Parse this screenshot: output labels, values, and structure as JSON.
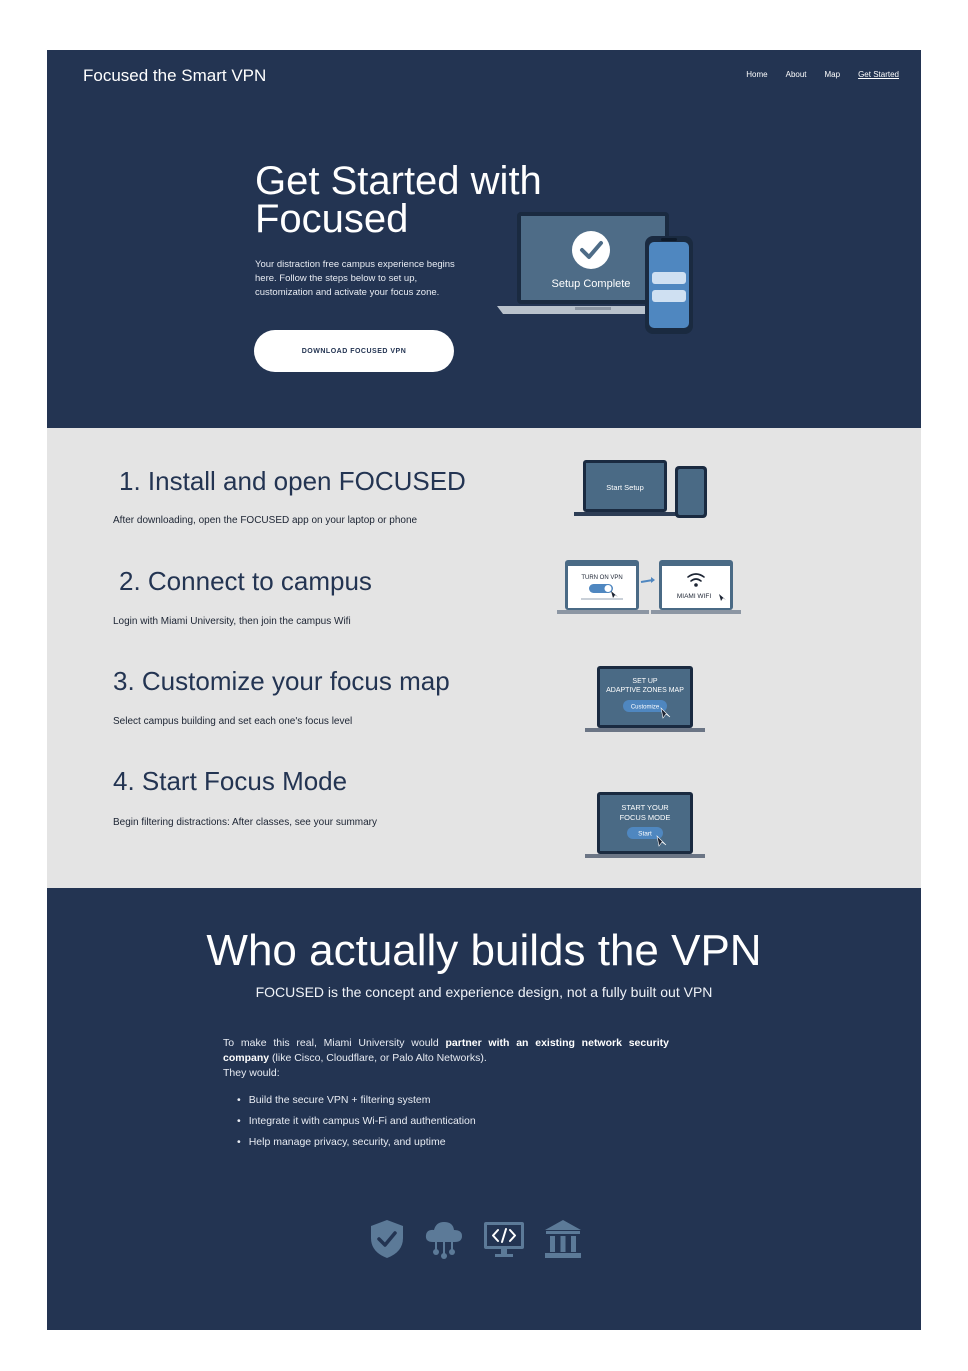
{
  "header": {
    "brand": "Focused the Smart VPN",
    "nav": [
      {
        "label": "Home"
      },
      {
        "label": "About"
      },
      {
        "label": "Map"
      },
      {
        "label": "Get Started"
      }
    ]
  },
  "hero": {
    "title_line1": "Get Started with",
    "title_line2": "Focused",
    "description": "Your distraction free campus experience begins here. Follow the steps below to set up, customization and activate your focus zone.",
    "cta_label": "DOWNLOAD FOCUSED VPN",
    "illustration_label": "Setup Complete"
  },
  "steps": [
    {
      "title": "1. Install and open FOCUSED",
      "description": "After downloading, open the FOCUSED app on your laptop or phone",
      "art_label": "Start Setup"
    },
    {
      "title": "2. Connect to campus",
      "description": "Login with Miami University, then join the campus Wifi",
      "art_label_1": "TURN ON VPN",
      "art_label_2": "MIAMI WIFI"
    },
    {
      "title": "3. Customize your focus map",
      "description": "Select campus building and set each one's focus level",
      "art_line1": "SET UP",
      "art_line2": "ADAPTIVE ZONES MAP",
      "art_button": "Customize"
    },
    {
      "title": "4. Start Focus Mode",
      "description": "Begin filtering distractions: After classes, see your summary",
      "art_line1": "START YOUR",
      "art_line2": "FOCUS MODE",
      "art_button": "Start"
    }
  ],
  "who": {
    "title": "Who actually builds the VPN",
    "subtitle": "FOCUSED is the concept and experience design, not a fully built out VPN",
    "body_pre": "To make this real, Miami University would ",
    "body_bold": "partner with an existing network security company",
    "body_post": " (like Cisco, Cloudflare, or Palo Alto Networks).",
    "body_line2": "They would:",
    "list": [
      "Build the secure VPN + filtering system",
      "Integrate it with campus Wi-Fi and authentication",
      "Help manage privacy, security, and uptime"
    ],
    "icons": [
      "shield-check-icon",
      "cloud-network-icon",
      "code-monitor-icon",
      "university-icon"
    ]
  },
  "colors": {
    "navy": "#233452",
    "light_gray": "#e4e4e4",
    "slate": "#4a6a85",
    "icon_blue": "#5c7a98"
  }
}
